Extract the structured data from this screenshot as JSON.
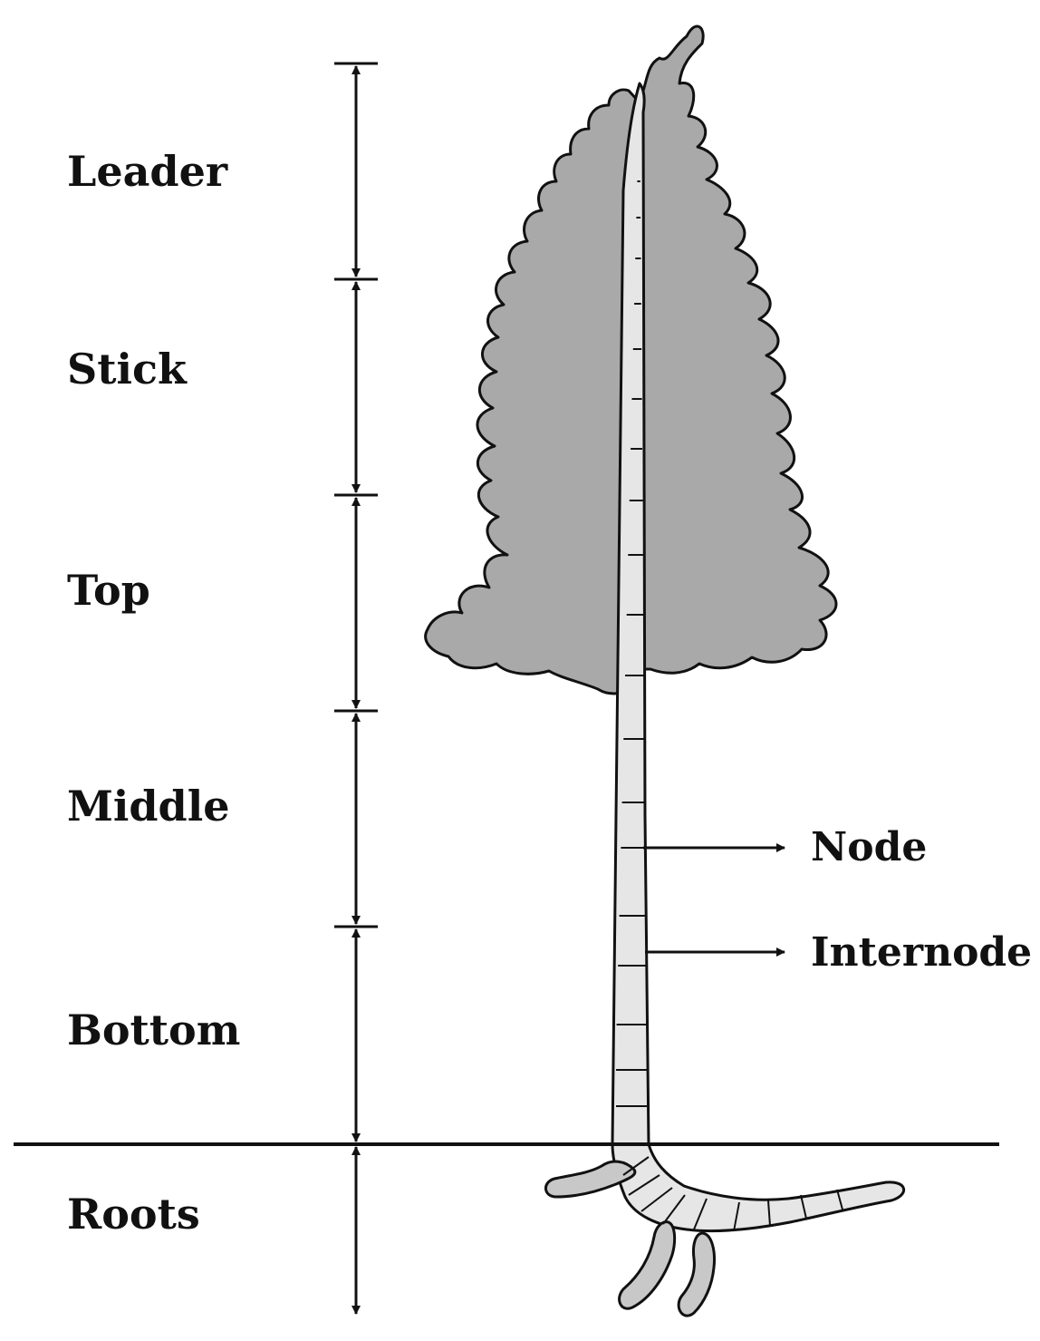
{
  "sections": [
    {
      "id": "leader",
      "label": "Leader"
    },
    {
      "id": "stick",
      "label": "Stick"
    },
    {
      "id": "top",
      "label": "Top"
    },
    {
      "id": "middle",
      "label": "Middle"
    },
    {
      "id": "bottom",
      "label": "Bottom"
    },
    {
      "id": "roots",
      "label": "Roots"
    }
  ],
  "callouts": {
    "node": "Node",
    "internode": "Internode"
  },
  "colors": {
    "foliage": "#a9a9a9",
    "stem": "#e6e6e6",
    "ink": "#111111",
    "background": "#ffffff"
  }
}
